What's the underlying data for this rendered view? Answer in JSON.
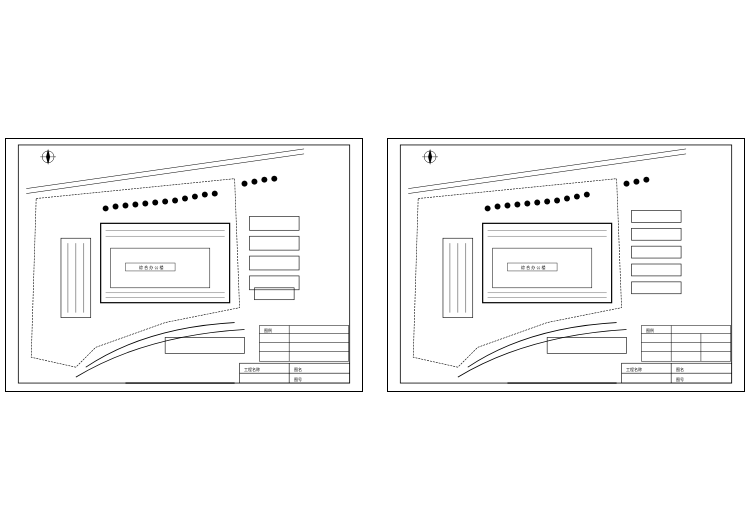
{
  "sheets": [
    {
      "id": "left",
      "main_building_label": "综 合 办 公 楼",
      "legend_header": "图例",
      "title_block": [
        "工程名称",
        "图名",
        "图号"
      ]
    },
    {
      "id": "right",
      "main_building_label": "综 合 办 公 楼",
      "legend_header": "图例",
      "title_block": [
        "工程名称",
        "图名",
        "图号"
      ]
    }
  ],
  "colors": {
    "ink": "#000000",
    "paper": "#ffffff"
  }
}
